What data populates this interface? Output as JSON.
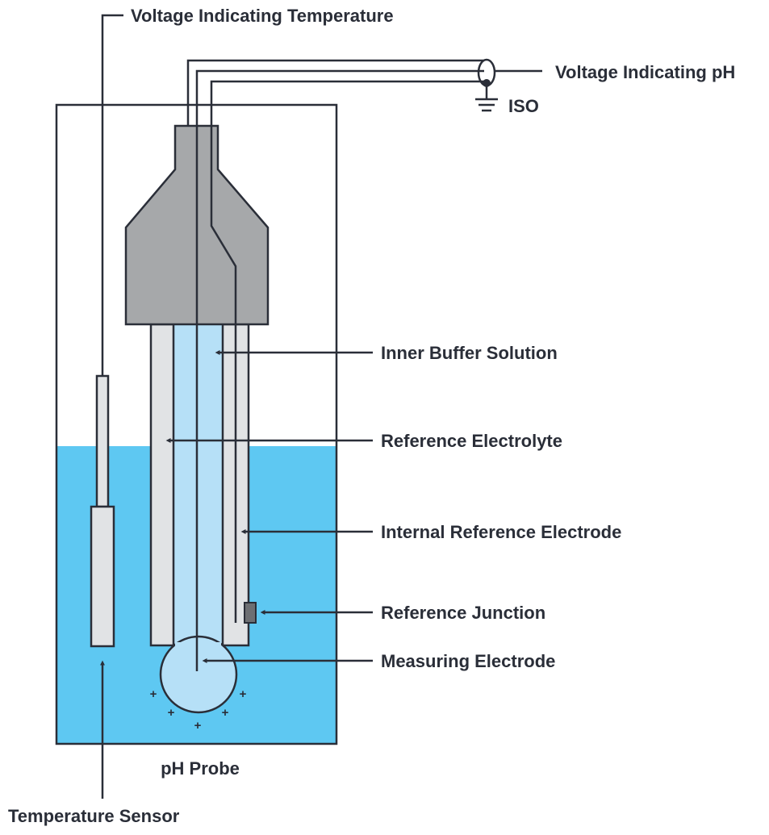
{
  "labels": {
    "voltage_temperature": "Voltage Indicating Temperature",
    "voltage_ph": "Voltage Indicating pH",
    "iso": "ISO",
    "inner_buffer": "Inner Buffer Solution",
    "reference_electrolyte": "Reference Electrolyte",
    "internal_reference_electrode": "Internal Reference Electrode",
    "reference_junction": "Reference Junction",
    "measuring_electrode": "Measuring Electrode",
    "ph_probe": "pH Probe",
    "temperature_sensor": "Temperature Sensor",
    "plus_sign": "+"
  },
  "colors": {
    "outline": "#2a2e38",
    "solution": "#5ec8f2",
    "probe_head": "#a6a8aa",
    "reference_tube": "#e1e3e5",
    "inner_buffer": "#b6e0f7",
    "junction": "#6d6f73",
    "background": "#ffffff"
  }
}
